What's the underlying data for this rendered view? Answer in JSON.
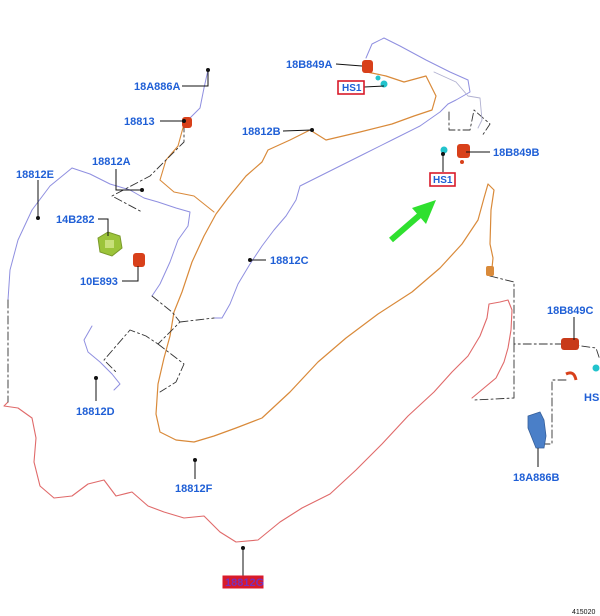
{
  "diagram": {
    "colors": {
      "label": "#1f5fd6",
      "leader": "#111111",
      "highlight_box": "#d91a2a",
      "highlight_fill": "#d91a2a",
      "arrow": "#2fe02f",
      "hose_orange": "#d98a3a",
      "hose_blue": "#8f8fe0",
      "hose_red": "#e06a6a",
      "hose_dashed": "#333333",
      "connector_red": "#d8401a",
      "connector_cyan": "#22c3cc",
      "bracket_green": "#9cc43a",
      "bracket_blue": "#4a7fc8"
    },
    "labels": {
      "l_18B849A": "18B849A",
      "l_HS1_top": "HS1",
      "l_18A886A": "18A886A",
      "l_18813": "18813",
      "l_18812B": "18812B",
      "l_18B849B": "18B849B",
      "l_HS1_mid": "HS1",
      "l_18812A": "18812A",
      "l_18812E": "18812E",
      "l_14B282": "14B282",
      "l_18812C": "18812C",
      "l_10E893": "10E893",
      "l_18B849C": "18B849C",
      "l_HS_right": "HS",
      "l_18812D": "18812D",
      "l_18A886B": "18A886B",
      "l_18812F": "18812F",
      "l_18812G": "18812G",
      "code": "415020"
    }
  }
}
